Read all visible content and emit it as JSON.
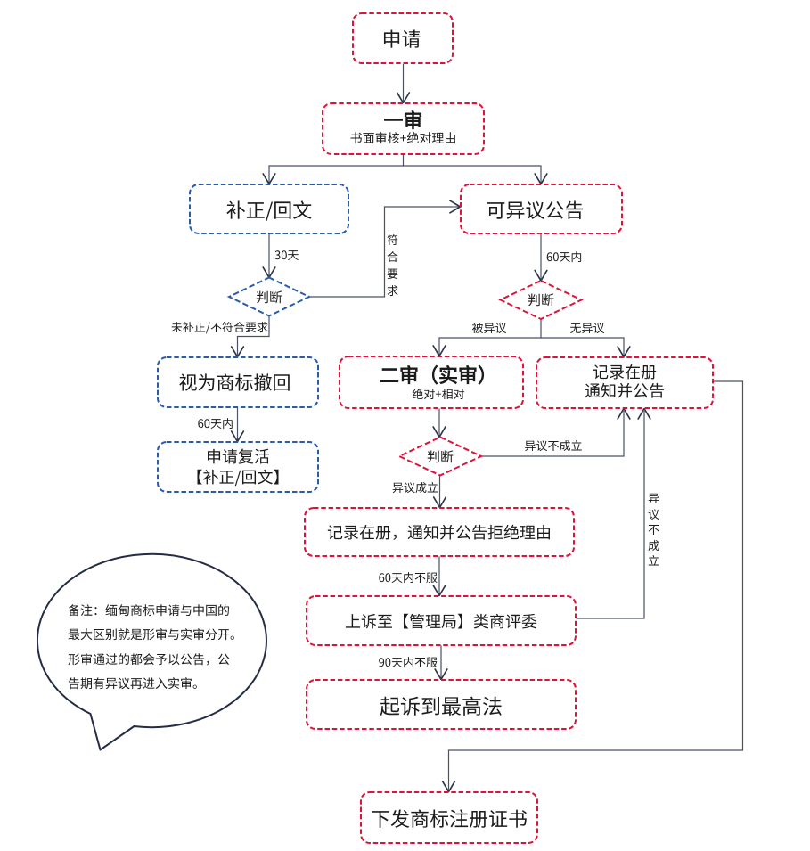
{
  "colors": {
    "red": "#dc143c",
    "blue": "#2a5caa",
    "line": "#4a5164",
    "arrow": "#2c3447",
    "text": "#1b1b1b",
    "note_border": "#242d45",
    "background": "#ffffff"
  },
  "nodes": {
    "apply": {
      "label": "申请"
    },
    "first_review": {
      "title": "一审",
      "subtitle": "书面审核+绝对理由"
    },
    "correction": {
      "label": "补正/回文"
    },
    "gazette": {
      "label": "可异议公告"
    },
    "decision1": {
      "label": "判断"
    },
    "withdraw": {
      "label": "视为商标撤回"
    },
    "revive": {
      "line1": "申请复活",
      "line2": "【补正/回文】"
    },
    "decision2": {
      "label": "判断"
    },
    "second_review": {
      "title": "二审（实审）",
      "subtitle": "绝对+相对"
    },
    "record_publish": {
      "line1": "记录在册",
      "line2": "通知并公告"
    },
    "decision3": {
      "label": "判断"
    },
    "record_refusal": {
      "label": "记录在册，通知并公告拒绝理由"
    },
    "appeal": {
      "label": "上诉至【管理局】类商评委"
    },
    "supreme_court": {
      "label": "起诉到最高法"
    },
    "certificate": {
      "label": "下发商标注册证书"
    }
  },
  "edge_labels": {
    "days30": "30天",
    "meets_requirements": "符合要求",
    "not_corrected": "未补正/不符合要求",
    "days60_left": "60天内",
    "days60_right": "60天内",
    "opposed": "被异议",
    "not_opposed": "无异议",
    "opposition_failed_h": "异议不成立",
    "opposition_established": "异议成立",
    "days60_appeal": "60天内不服",
    "days90_appeal": "90天内不服",
    "opposition_failed_v": "异议不成立"
  },
  "note": {
    "lines": [
      "备注：缅甸商标申请与中国的",
      "最大区别就是形审与实审分开。",
      "形审通过的都会予以公告，公",
      "告期有异议再进入实审。"
    ]
  }
}
